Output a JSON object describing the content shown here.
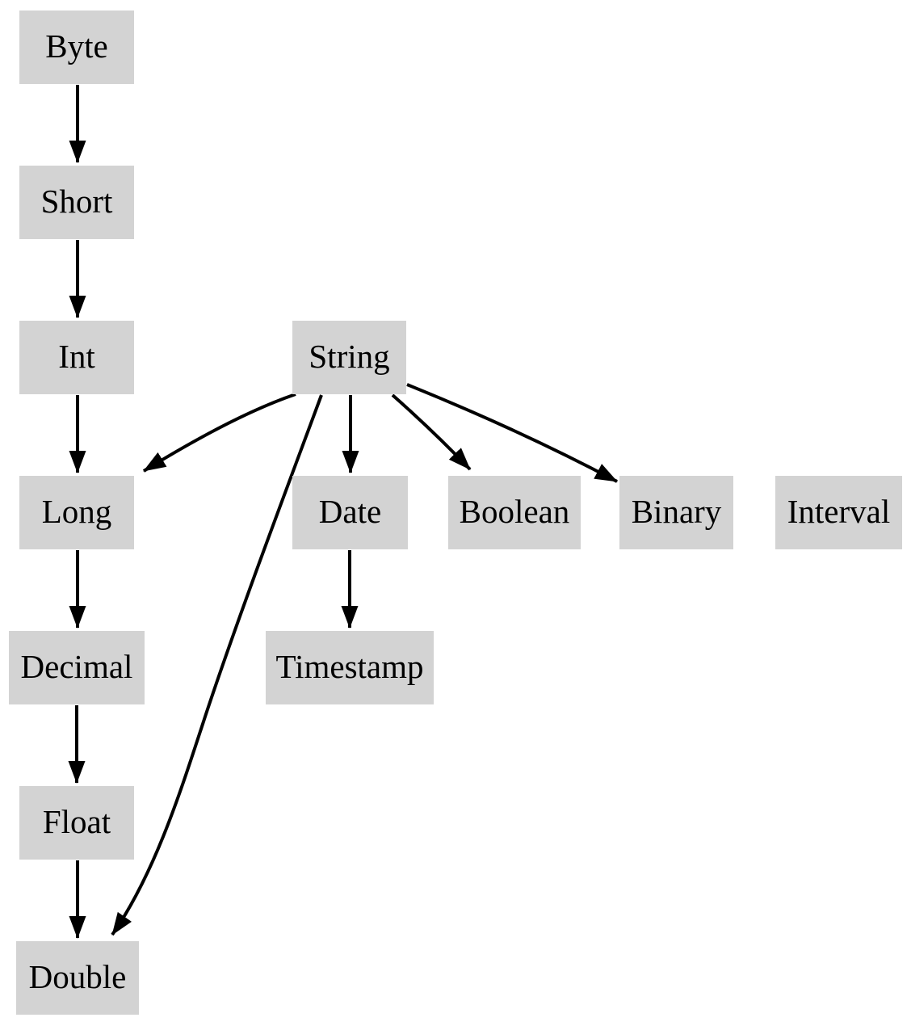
{
  "diagram": {
    "title": "type-coercion-hierarchy",
    "background_color": "#ffffff",
    "node_fill_color": "#d3d3d3",
    "edge_color": "#000000",
    "text_color": "#000000",
    "nodes": [
      {
        "id": "byte",
        "label": "Byte"
      },
      {
        "id": "short",
        "label": "Short"
      },
      {
        "id": "int",
        "label": "Int"
      },
      {
        "id": "string",
        "label": "String"
      },
      {
        "id": "long",
        "label": "Long"
      },
      {
        "id": "date",
        "label": "Date"
      },
      {
        "id": "boolean",
        "label": "Boolean"
      },
      {
        "id": "binary",
        "label": "Binary"
      },
      {
        "id": "interval",
        "label": "Interval"
      },
      {
        "id": "decimal",
        "label": "Decimal"
      },
      {
        "id": "timestamp",
        "label": "Timestamp"
      },
      {
        "id": "float",
        "label": "Float"
      },
      {
        "id": "double",
        "label": "Double"
      }
    ],
    "edges": [
      {
        "from": "byte",
        "to": "short"
      },
      {
        "from": "short",
        "to": "int"
      },
      {
        "from": "int",
        "to": "long"
      },
      {
        "from": "long",
        "to": "decimal"
      },
      {
        "from": "decimal",
        "to": "float"
      },
      {
        "from": "float",
        "to": "double"
      },
      {
        "from": "string",
        "to": "long"
      },
      {
        "from": "string",
        "to": "date"
      },
      {
        "from": "string",
        "to": "boolean"
      },
      {
        "from": "string",
        "to": "binary"
      },
      {
        "from": "string",
        "to": "double"
      },
      {
        "from": "date",
        "to": "timestamp"
      }
    ]
  }
}
